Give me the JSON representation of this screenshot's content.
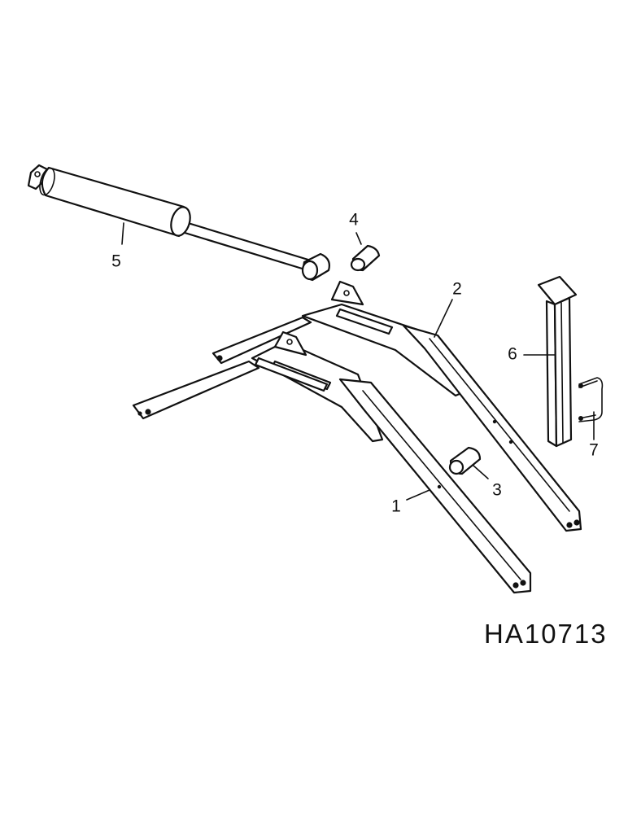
{
  "drawing_number": "HA10713",
  "callouts": {
    "c1": "1",
    "c2": "2",
    "c3": "3",
    "c4": "4",
    "c5": "5",
    "c6": "6",
    "c7": "7"
  },
  "colors": {
    "ink": "#111111",
    "paper": "#ffffff"
  }
}
